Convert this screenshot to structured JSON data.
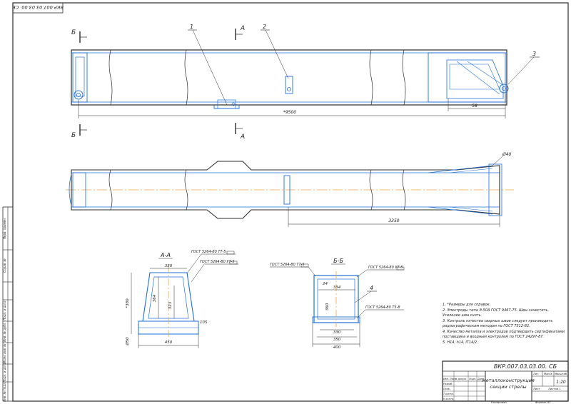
{
  "stamp_top": "ВКР.007.03.03.00. СБ",
  "views": {
    "section_b": "Б",
    "section_a": "А",
    "section_aa": "А-А",
    "section_bb": "Б-Б"
  },
  "callouts": [
    "1",
    "2",
    "3",
    "4"
  ],
  "dims": {
    "overall": "*9500",
    "end_58": "58",
    "dia_40": "Ø40",
    "len_3350": "3350",
    "aa_top": "350",
    "aa_h1": "*380",
    "aa_h2": "364",
    "aa_h3": "323",
    "aa_side": "105",
    "aa_hole": "Ø50",
    "aa_bottom": "450",
    "bb_24": "24",
    "bb_334": "334",
    "bb_360": "360",
    "bb_330": "330",
    "bb_350": "350",
    "bb_400": "400"
  },
  "welds": {
    "aa_1": "ГОСТ 5264-80 Т7-5",
    "aa_2": "ГОСТ 5264-80 У7-5",
    "bb_1": "ГОСТ 5264-80 Т7-5",
    "bb_2": "ГОСТ 5264-80 У7-5",
    "bb_3": "ГОСТ 5264-80 Т5-8"
  },
  "notes": [
    "1. *Размеры для справок.",
    "2. Электроды типа Э-50А ГОСТ 9467-75. Швы зачистить.",
    "    Усиление шва снять.",
    "3. Контроль качества сварных швов следует производить",
    "    радиографическим методом по ГОСТ 7512-82.",
    "4. Качество металла и электродов подтвердить сертификатами",
    "    поставщика и входным контролем по ГОСТ 24297-87.",
    "5. Н14, h14, IT14/2."
  ],
  "title_block": {
    "designation": "ВКР.007.03.03.00. СБ",
    "name_line1": "Металлоконструкция",
    "name_line2": "секции стрелы",
    "hdr_lit": "Лит.",
    "hdr_mass": "Масса",
    "hdr_scale": "Масштаб",
    "scale": "1:20",
    "sheet": "Лист",
    "sheets": "Листов 1",
    "rows": [
      "Изм. Лист",
      "№ докум.",
      "Подп.",
      "Дата"
    ],
    "left_rows": [
      "Разраб.",
      "Пров.",
      "Т.контр.",
      "",
      "Н.контр.",
      "Утв."
    ],
    "copied": "Копировал",
    "format": "Формат А1"
  },
  "side_stamp": [
    "Перв. примен.",
    "Справ. №",
    "Подп. и дата",
    "Инв. № дубл.",
    "Взам. инв. №",
    "Подп. и дата",
    "Инв. № подл."
  ]
}
